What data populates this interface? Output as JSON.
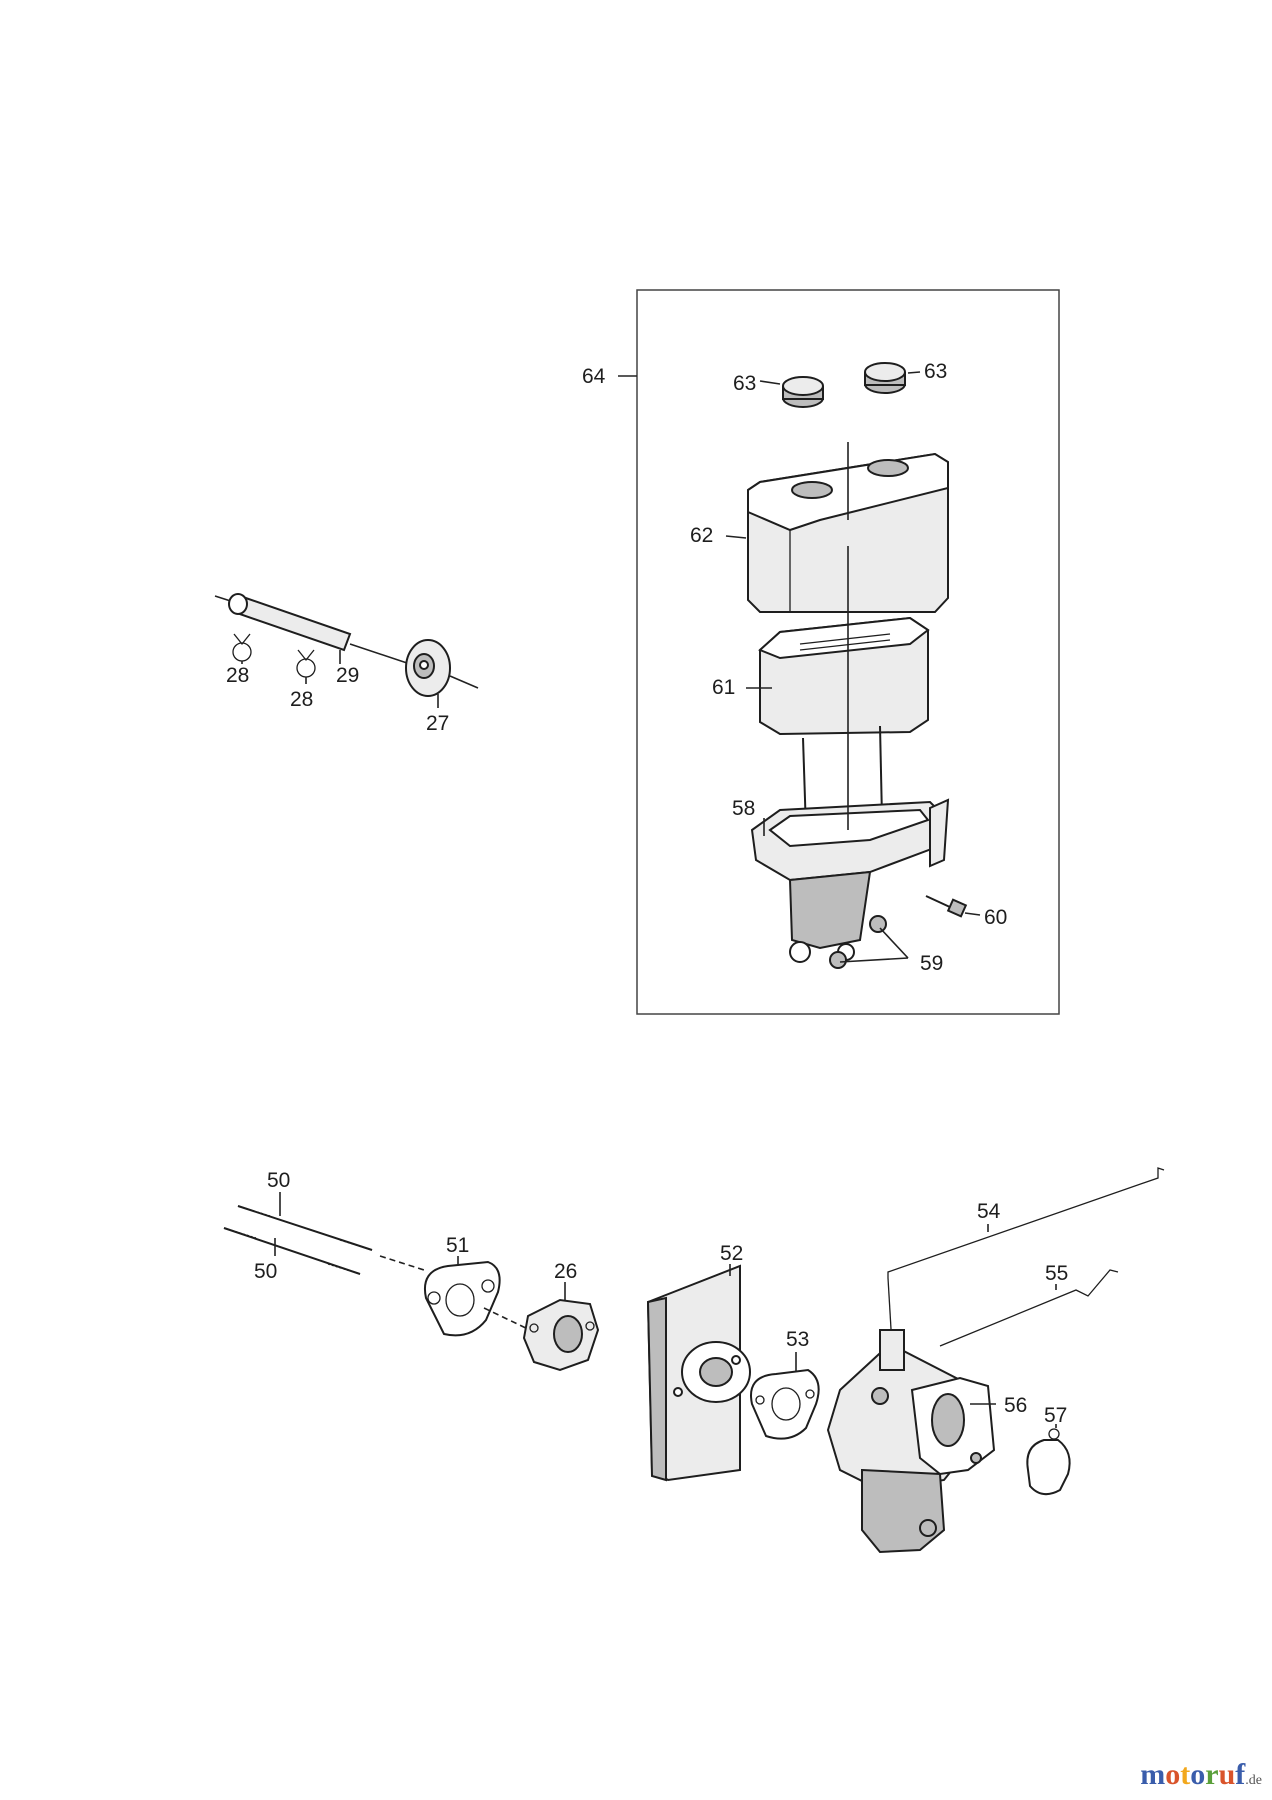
{
  "labels": {
    "p64": "64",
    "p63a": "63",
    "p63b": "63",
    "p62": "62",
    "p61": "61",
    "p58": "58",
    "p60": "60",
    "p59": "59",
    "p28a": "28",
    "p28b": "28",
    "p29": "29",
    "p27": "27",
    "p50a": "50",
    "p50b": "50",
    "p51": "51",
    "p26": "26",
    "p52": "52",
    "p53": "53",
    "p54": "54",
    "p55": "55",
    "p56": "56",
    "p57": "57"
  },
  "watermark": {
    "letters": [
      "m",
      "o",
      "t",
      "o",
      "r",
      "u",
      "f"
    ],
    "tld": ".de",
    "colors": [
      "#3a5dab",
      "#d9542b",
      "#f2a81d",
      "#3a5dab",
      "#5a9f3a",
      "#d9542b",
      "#3a5dab"
    ]
  }
}
